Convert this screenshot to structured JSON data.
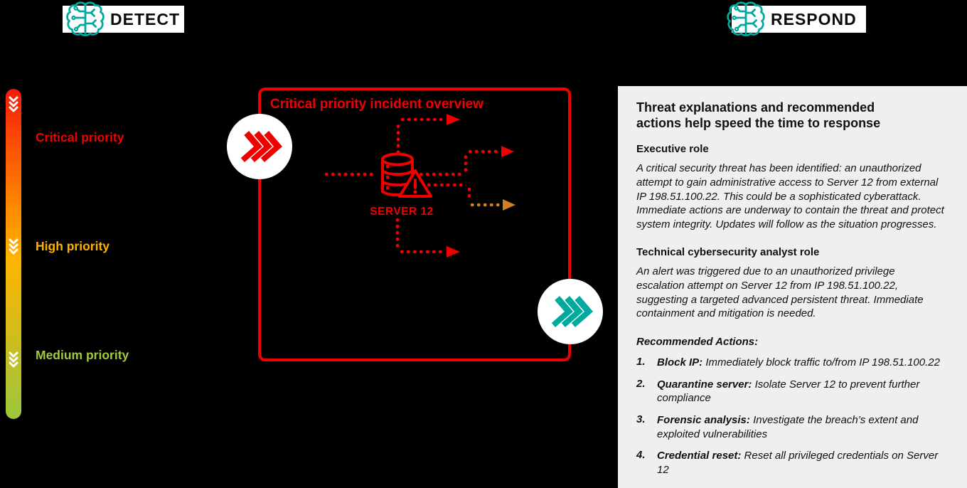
{
  "colors": {
    "red": "#f20000",
    "teal": "#00a99d",
    "orange": "#d2801f",
    "high": "#ffb300",
    "medium": "#a4c93c",
    "panel": "#efefef",
    "bar_red": "#f71a06",
    "bar_orange": "#fe8a00",
    "bar_amber": "#ffb400",
    "bar_green": "#9bc73d"
  },
  "header": {
    "detect_label": "DETECT",
    "respond_label": "RESPOND"
  },
  "priority_scale": {
    "labels": [
      {
        "text": "Critical priority",
        "color": "#f20000"
      },
      {
        "text": "High priority",
        "color": "#ffb300"
      },
      {
        "text": "Medium priority",
        "color": "#a4c93c"
      }
    ]
  },
  "incident_box": {
    "title": "Critical priority incident overview",
    "server_label": "SERVER 12"
  },
  "panel": {
    "title": "Threat explanations and recommended actions help speed the time to response",
    "sections": [
      {
        "heading": "Executive role",
        "body": "A critical security threat has been identified: an unauthorized attempt to gain administrative access to Server 12 from external IP 198.51.100.22. This could be a sophisticated cyberattack. Immediate actions are underway to contain the threat and protect system integrity. Updates will follow as the situation progresses."
      },
      {
        "heading": "Technical cybersecurity analyst role",
        "body": "An alert was triggered due to an unauthorized privilege escalation attempt on Server 12 from IP 198.51.100.22, suggesting a targeted advanced persistent threat. Immediate containment and mitigation is needed."
      }
    ],
    "recommended_actions_label": "Recommended Actions:",
    "actions": [
      {
        "num": "1.",
        "label": "Block IP:",
        "text": "Immediately block traffic to/from IP 198.51.100.22"
      },
      {
        "num": "2.",
        "label": "Quarantine server:",
        "text": "Isolate Server 12 to prevent further compliance"
      },
      {
        "num": "3.",
        "label": "Forensic analysis:",
        "text": "Investigate the breach’s extent and exploited vulnerabilities"
      },
      {
        "num": "4.",
        "label": "Credential reset:",
        "text": "Reset all privileged credentials on Server 12"
      }
    ]
  }
}
